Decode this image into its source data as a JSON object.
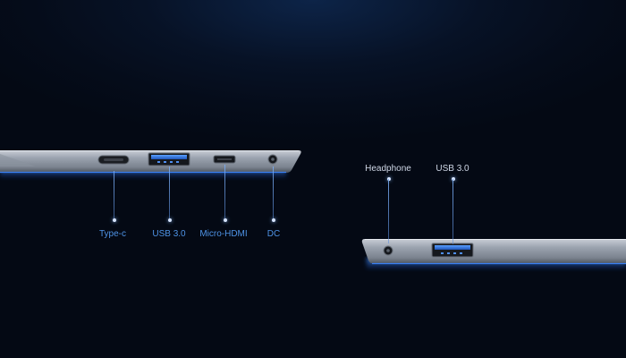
{
  "left_ports": [
    {
      "id": "type-c",
      "label": "Type-c"
    },
    {
      "id": "usb",
      "label": "USB 3.0"
    },
    {
      "id": "micro-hdmi",
      "label": "Micro-HDMI"
    },
    {
      "id": "dc",
      "label": "DC"
    }
  ],
  "right_ports": [
    {
      "id": "headphone",
      "label": "Headphone"
    },
    {
      "id": "usb",
      "label": "USB 3.0"
    }
  ],
  "colors": {
    "background": "#050c1a",
    "label_blue": "#4e93e6",
    "label_light": "#cfd7e6",
    "device_silver": "#9aa2ae",
    "usb_blue": "#2f6fd8",
    "glow_blue": "#2a7bff"
  }
}
